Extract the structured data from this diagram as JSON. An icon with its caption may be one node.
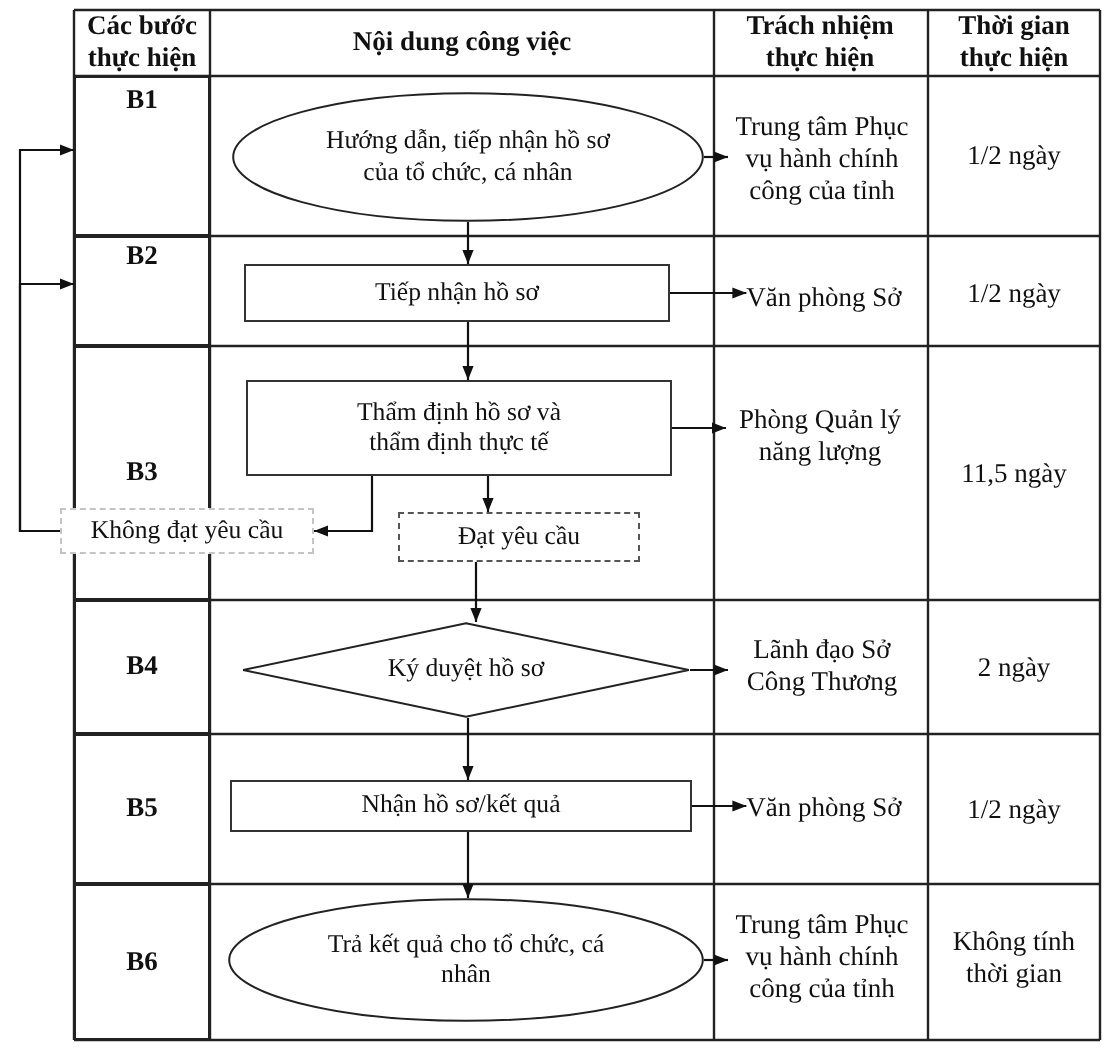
{
  "diagram": {
    "nodes": [
      {
        "text": [
          "B1"
        ]
      },
      {
        "text": [
          "Hướng dẫn, tiếp nhận hồ sơ của tổ chức, cá nhân"
        ]
      },
      {
        "text": [
          "Trung tâm Phục vụ hành chính công của tỉnh"
        ]
      },
      {
        "text": [
          "B2"
        ]
      },
      {
        "text": [
          "Tiếp nhận hồ sơ"
        ]
      },
      {
        "text": [
          "Văn phòng Sở"
        ]
      },
      {
        "text": [
          "B3"
        ]
      },
      {
        "text": [
          "Thẩm định hồ sơ và thẩm định thực tế"
        ]
      },
      {
        "text": [
          "Phòng Quản lý năng lượng"
        ]
      },
      {
        "text": [
          "Không đạt yêu cầu"
        ]
      },
      {
        "text": [
          "Đạt yêu cầu"
        ]
      },
      {
        "text": [
          "B4"
        ]
      },
      {
        "text": [
          "Ký duyệt hồ sơ"
        ]
      },
      {
        "text": [
          "Lãnh đạo Sở Công Thương"
        ]
      },
      {
        "text": [
          "B5"
        ]
      },
      {
        "text": [
          "Nhận hồ sơ/kết quả"
        ]
      },
      {
        "text": [
          "Văn phòng Sở"
        ]
      },
      {
        "text": [
          "B6"
        ]
      },
      {
        "text": [
          "Trả kết quả cho tổ chức, cá nhân"
        ]
      },
      {
        "text": [
          "Trung tâm Phục vụ hành chính công của tỉnh"
        ]
      }
    ],
    "edges": [
      {
        "from": 1,
        "to": 2,
        "arrow": "to"
      },
      {
        "from": 1,
        "to": 4,
        "arrow": "to"
      },
      {
        "from": 4,
        "to": 5,
        "arrow": "to"
      },
      {
        "from": 4,
        "to": 7,
        "arrow": "to"
      },
      {
        "from": 7,
        "to": 8,
        "arrow": "to"
      },
      {
        "from": 7,
        "to": 9,
        "arrow": "to"
      },
      {
        "from": 7,
        "to": 10,
        "arrow": "to"
      },
      {
        "from": 9,
        "to": 0,
        "arrow": "to"
      },
      {
        "from": 9,
        "to": 3,
        "arrow": "to"
      },
      {
        "from": 10,
        "to": 12,
        "arrow": "to"
      },
      {
        "from": 12,
        "to": 13,
        "arrow": "to"
      },
      {
        "from": 12,
        "to": 15,
        "arrow": "to"
      },
      {
        "from": 15,
        "to": 16,
        "arrow": "to"
      },
      {
        "from": 15,
        "to": 18,
        "arrow": "to"
      },
      {
        "from": 18,
        "to": 19,
        "arrow": "to"
      }
    ],
    "labels": [
      "Các bước thực hiện",
      "Nội dung công việc",
      "Trách nhiệm thực hiện",
      "Thời gian thực hiện",
      "1/2 ngày",
      "1/2 ngày",
      "11,5 ngày",
      "2 ngày",
      "1/2 ngày",
      "Không tính thời gian"
    ]
  }
}
